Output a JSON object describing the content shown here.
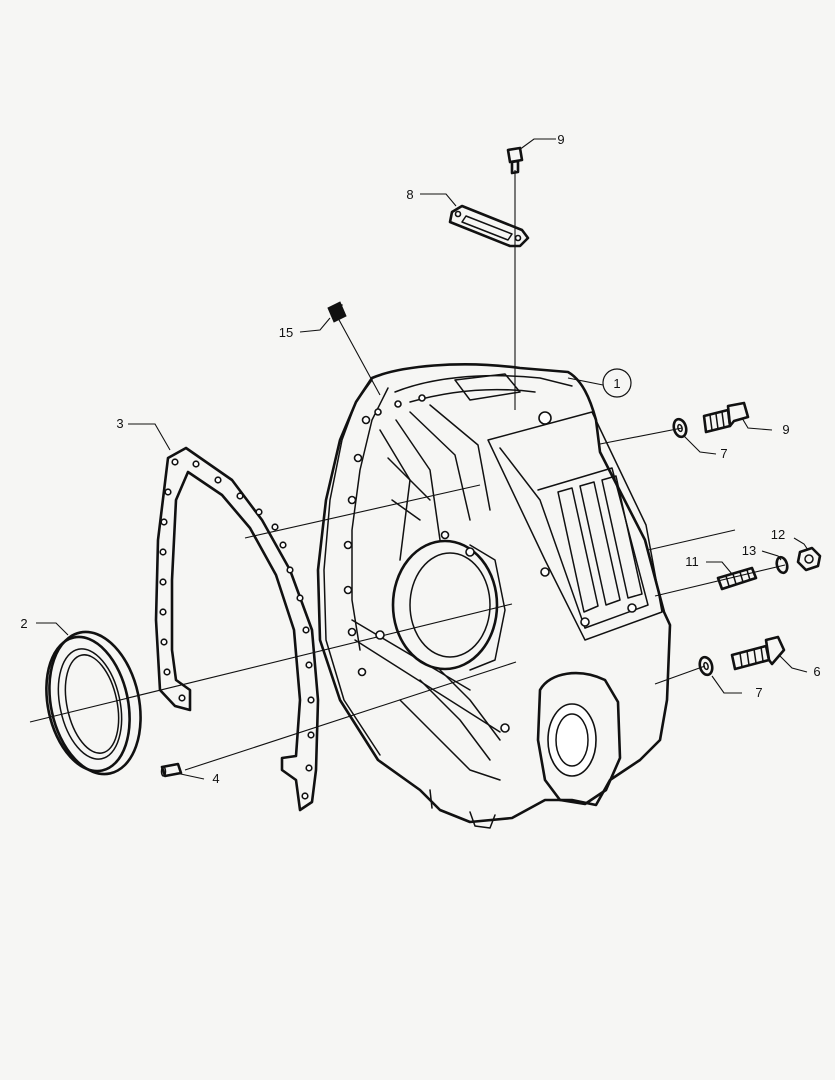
{
  "callouts": {
    "c1": "1",
    "c2": "2",
    "c3": "3",
    "c4": "4",
    "c6": "6",
    "c7a": "7",
    "c7b": "7",
    "c8": "8",
    "c9top": "9",
    "c9right": "9",
    "c11": "11",
    "c12": "12",
    "c13": "13",
    "c15": "15"
  }
}
